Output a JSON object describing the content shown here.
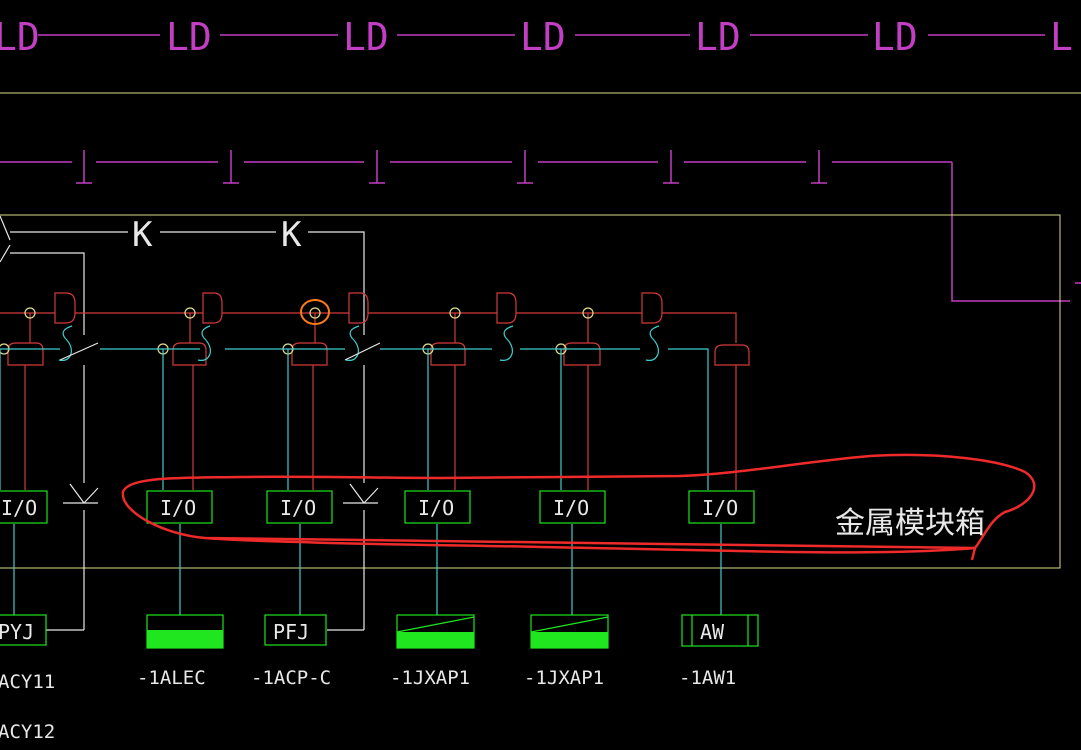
{
  "diagram": {
    "top_labels": [
      "LD",
      "LD",
      "LD",
      "LD",
      "LD",
      "LD",
      "L"
    ],
    "io_label": "I/O",
    "switch_labels": [
      "K",
      "K"
    ],
    "device_labels": [
      "PYJ",
      "PFJ",
      "AW"
    ],
    "device_names": [
      "ACY11",
      "-1ALEC",
      "-1ACP-C",
      "-1JXAP1",
      "-1JXAP1",
      "-1AW1"
    ],
    "extra_name": "ACY12",
    "annotation": "金属模块箱"
  },
  "colors": {
    "background": "#000000",
    "magenta": "#c23ec2",
    "red": "#d23b3b",
    "cyan": "#3fcccc",
    "yellow": "#dcdc8a",
    "green": "#1fe61f",
    "white": "#e8e8e8",
    "annotation": "#ee2a2a",
    "highlight": "#ff7a1a"
  }
}
